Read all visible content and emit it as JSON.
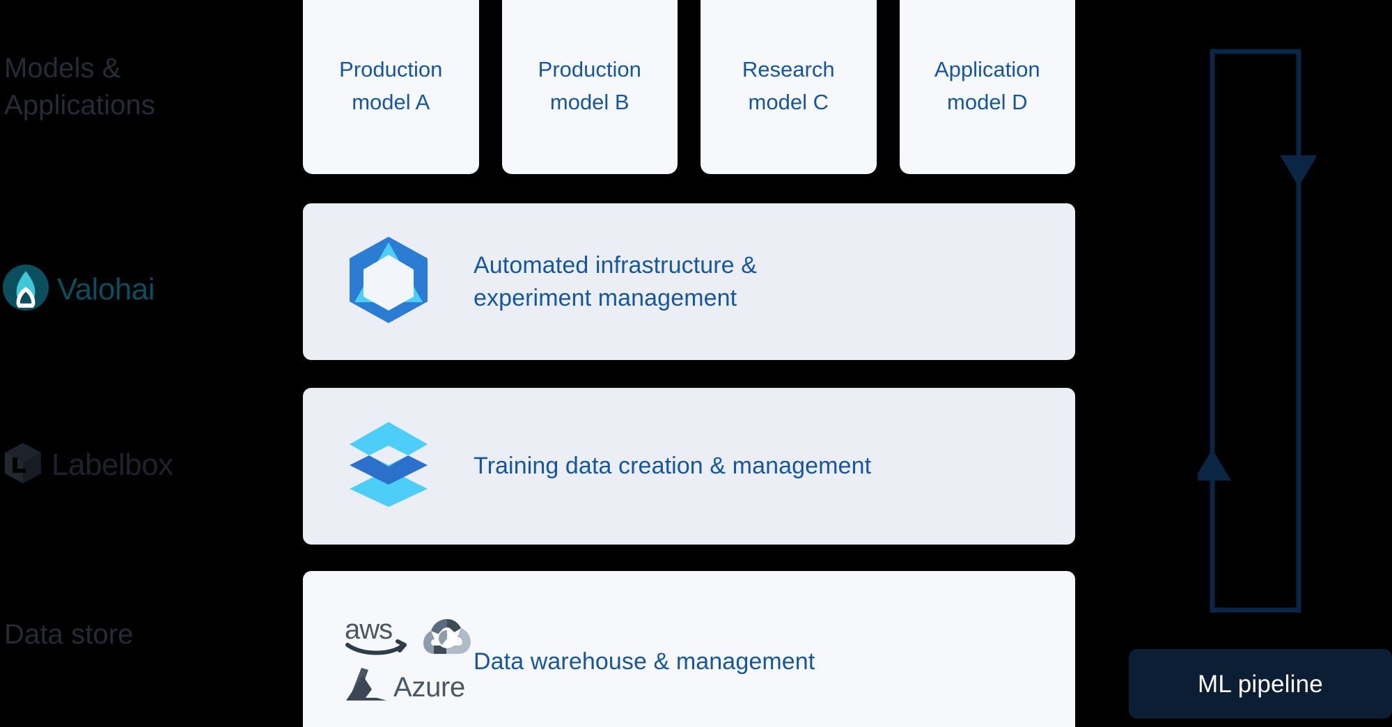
{
  "rail": {
    "labels": [
      {
        "id": "models-applications",
        "text": "Models &\nApplications"
      },
      {
        "id": "data-store",
        "text": "Data store"
      }
    ],
    "brands": [
      {
        "id": "valohai",
        "name": "Valohai",
        "icon": "valohai-logo-icon",
        "color": "#0B4E5E"
      },
      {
        "id": "labelbox",
        "name": "Labelbox",
        "icon": "labelbox-logo-icon",
        "color": "#1E232B"
      }
    ]
  },
  "cards": [
    {
      "id": "production-model-a",
      "text": "Production\nmodel A"
    },
    {
      "id": "production-model-b",
      "text": "Production\nmodel B"
    },
    {
      "id": "research-model-c",
      "text": "Research\nmodel C"
    },
    {
      "id": "application-model-d",
      "text": "Application\nmodel D"
    }
  ],
  "rows": [
    {
      "id": "valohai-row",
      "icon": "valohai-hexagon-icon",
      "text": "Automated infrastructure &\nexperiment management",
      "background": "#EBEFF5"
    },
    {
      "id": "labelbox-row",
      "icon": "labelbox-layers-icon",
      "text": "Training data creation & management",
      "background": "#EBEFF5"
    },
    {
      "id": "datastore-row",
      "icons": [
        "aws-logo-icon",
        "google-cloud-logo-icon",
        "azure-logo-icon"
      ],
      "azure_label": "Azure",
      "text": "Data warehouse & management",
      "background": "#F6F8FC"
    }
  ],
  "pipeline": {
    "badge_label": "ML pipeline",
    "badge_background": "#0B1E33",
    "line_color": "#0B2545",
    "down_arrow": "arrow-down-icon",
    "up_arrow": "arrow-up-icon"
  },
  "colors": {
    "page_background": "#000000",
    "card_background": "#F6F8FC",
    "row_background": "#EBEFF5",
    "text_blue": "#15569E",
    "rail_label": "#242C35",
    "navy": "#0B2545"
  }
}
